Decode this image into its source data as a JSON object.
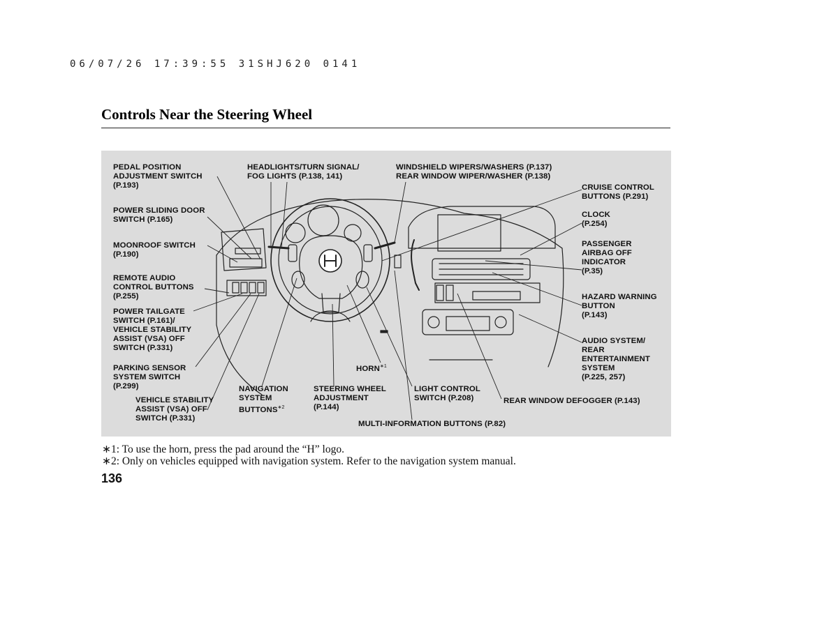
{
  "header": {
    "stamp": "06/07/26 17:39:55 31SHJ620 0141",
    "title": "Controls Near the Steering Wheel"
  },
  "labels": {
    "pedal": "PEDAL POSITION\nADJUSTMENT SWITCH\n(P.193)",
    "sliding": "POWER SLIDING DOOR\nSWITCH (P.165)",
    "moonroof": "MOONROOF SWITCH\n(P.190)",
    "remote_audio": "REMOTE AUDIO\nCONTROL BUTTONS\n(P.255)",
    "tailgate": "POWER TAILGATE\nSWITCH (P.161)/\nVEHICLE STABILITY\nASSIST (VSA) OFF\nSWITCH (P.331)",
    "parking": "PARKING SENSOR\nSYSTEM SWITCH\n(P.299)",
    "vsa": "VEHICLE STABILITY\nASSIST (VSA) OFF\nSWITCH (P.331)",
    "headlights": "HEADLIGHTS/TURN SIGNAL/\nFOG LIGHTS (P.138, 141)",
    "wipers": "WINDSHIELD WIPERS/WASHERS (P.137)\nREAR WINDOW WIPER/WASHER (P.138)",
    "cruise": "CRUISE CONTROL\nBUTTONS (P.291)",
    "clock": "CLOCK\n(P.254)",
    "airbag": "PASSENGER\nAIRBAG OFF\nINDICATOR\n(P.35)",
    "hazard": "HAZARD WARNING\nBUTTON\n(P.143)",
    "audio": "AUDIO SYSTEM/\nREAR\nENTERTAINMENT\nSYSTEM\n(P.225, 257)",
    "horn": "HORN",
    "horn_mark": "∗1",
    "navigation": "NAVIGATION\nSYSTEM\nBUTTONS",
    "navigation_mark": "∗2",
    "steering_adj": "STEERING WHEEL\nADJUSTMENT\n(P.144)",
    "light_control": "LIGHT CONTROL\nSWITCH (P.208)",
    "defogger": "REAR WINDOW DEFOGGER (P.143)",
    "multi_info": "MULTI-INFORMATION BUTTONS (P.82)"
  },
  "footnotes": [
    "∗1: To use the horn, press the pad around the “H” logo.",
    "∗2: Only on vehicles equipped with navigation system. Refer to the navigation system manual."
  ],
  "page_number": "136"
}
